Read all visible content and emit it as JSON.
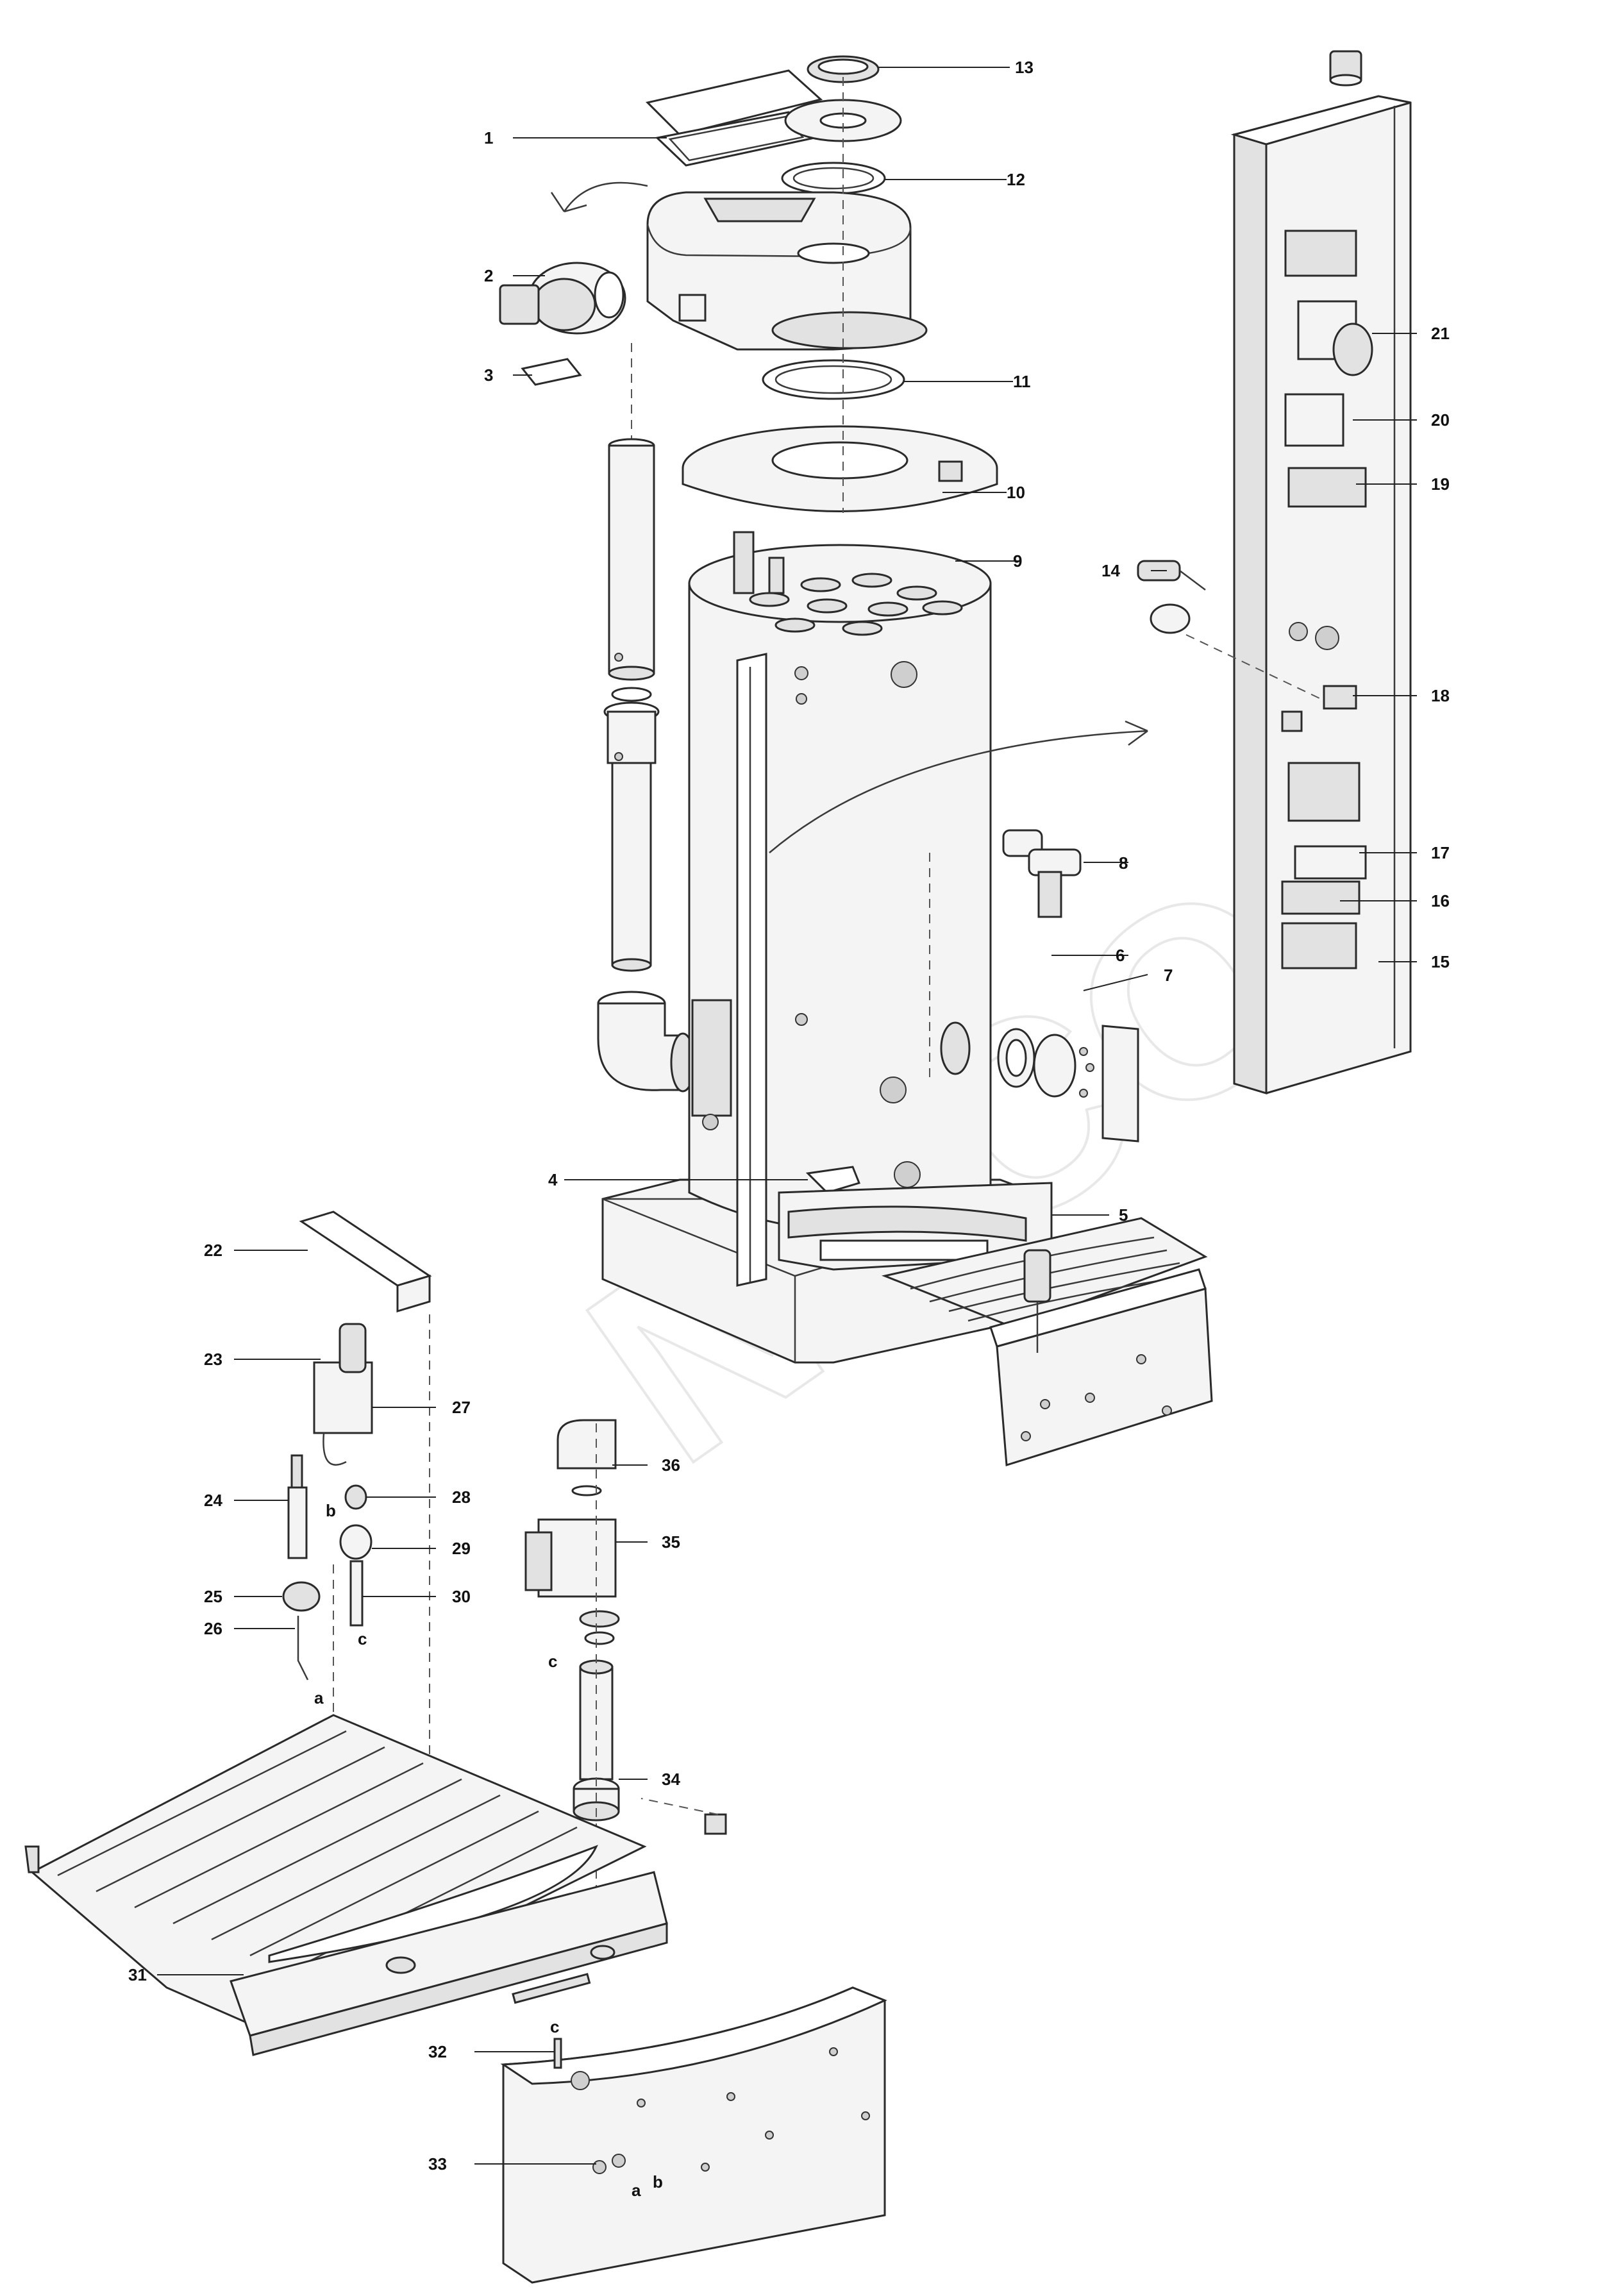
{
  "part_labels": [
    {
      "id": "1",
      "text": "1"
    },
    {
      "id": "2",
      "text": "2"
    },
    {
      "id": "3",
      "text": "3"
    },
    {
      "id": "4",
      "text": "4"
    },
    {
      "id": "5",
      "text": "5"
    },
    {
      "id": "6",
      "text": "6"
    },
    {
      "id": "7",
      "text": "7"
    },
    {
      "id": "8",
      "text": "8"
    },
    {
      "id": "9",
      "text": "9"
    },
    {
      "id": "10",
      "text": "10"
    },
    {
      "id": "11",
      "text": "11"
    },
    {
      "id": "12",
      "text": "12"
    },
    {
      "id": "13",
      "text": "13"
    },
    {
      "id": "14",
      "text": "14"
    },
    {
      "id": "15",
      "text": "15"
    },
    {
      "id": "16",
      "text": "16"
    },
    {
      "id": "17",
      "text": "17"
    },
    {
      "id": "18",
      "text": "18"
    },
    {
      "id": "19",
      "text": "19"
    },
    {
      "id": "20",
      "text": "20"
    },
    {
      "id": "21",
      "text": "21"
    },
    {
      "id": "22",
      "text": "22"
    },
    {
      "id": "23",
      "text": "23"
    },
    {
      "id": "24",
      "text": "24"
    },
    {
      "id": "25",
      "text": "25"
    },
    {
      "id": "26",
      "text": "26"
    },
    {
      "id": "27",
      "text": "27"
    },
    {
      "id": "28",
      "text": "28"
    },
    {
      "id": "29",
      "text": "29"
    },
    {
      "id": "30",
      "text": "30"
    },
    {
      "id": "31",
      "text": "31"
    },
    {
      "id": "32",
      "text": "32"
    },
    {
      "id": "33",
      "text": "33"
    },
    {
      "id": "34",
      "text": "34"
    },
    {
      "id": "35",
      "text": "35"
    },
    {
      "id": "36",
      "text": "36"
    }
  ],
  "connection_marks": {
    "a": "a",
    "b": "b",
    "c": "c"
  },
  "watermark": "NACO"
}
